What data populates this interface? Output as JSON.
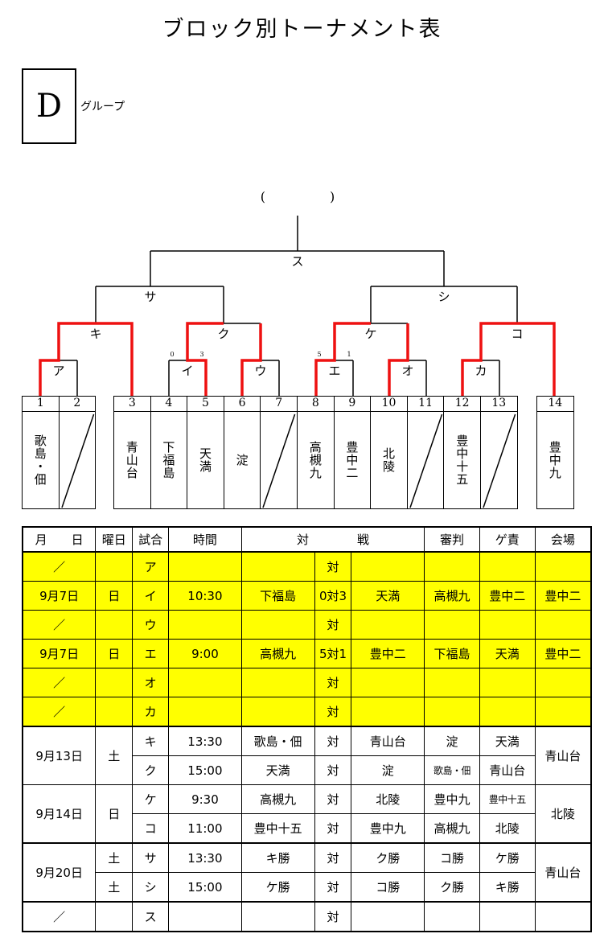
{
  "title": "ブロック別トーナメント表",
  "group": {
    "letter": "D",
    "label": "グループ"
  },
  "bracket": {
    "final_label": "(　　　　　)",
    "nodes": {
      "su": "ス",
      "sa": "サ",
      "shi": "シ",
      "ki": "キ",
      "ku": "ク",
      "ke": "ケ",
      "ko": "コ",
      "a": "ア",
      "i": "イ",
      "u": "ウ",
      "e": "エ",
      "o": "オ",
      "ka": "カ"
    },
    "scores": {
      "i_left": "0",
      "i_right": "3",
      "e_left": "5",
      "e_right": "1"
    },
    "teams": [
      {
        "num": "1",
        "name": "歌島・佃"
      },
      {
        "num": "2",
        "name": ""
      },
      {
        "num": "3",
        "name": "青山台"
      },
      {
        "num": "4",
        "name": "下福島"
      },
      {
        "num": "5",
        "name": "天満"
      },
      {
        "num": "6",
        "name": "淀"
      },
      {
        "num": "7",
        "name": ""
      },
      {
        "num": "8",
        "name": "高槻九"
      },
      {
        "num": "9",
        "name": "豊中二"
      },
      {
        "num": "10",
        "name": "北陵"
      },
      {
        "num": "11",
        "name": ""
      },
      {
        "num": "12",
        "name": "豊中十五"
      },
      {
        "num": "13",
        "name": ""
      },
      {
        "num": "14",
        "name": "豊中九"
      }
    ],
    "winner_color": "#ee1111"
  },
  "schedule": {
    "headers": {
      "date": "月　　日",
      "weekday": "曜日",
      "match": "試合",
      "time": "時間",
      "versus": "対　　　　戦",
      "referee": "審判",
      "scorer": "ゲ責",
      "venue": "会場"
    },
    "rows": [
      {
        "date": "／",
        "weekday": "",
        "match": "ア",
        "time": "",
        "home": "",
        "score": "対",
        "away": "",
        "referee": "",
        "scorer": "",
        "venue": ""
      },
      {
        "date": "9月7日",
        "weekday": "日",
        "match": "イ",
        "time": "10:30",
        "home": "下福島",
        "score": "0対3",
        "away": "天満",
        "referee": "高槻九",
        "scorer": "豊中二",
        "venue": "豊中二"
      },
      {
        "date": "／",
        "weekday": "",
        "match": "ウ",
        "time": "",
        "home": "",
        "score": "対",
        "away": "",
        "referee": "",
        "scorer": "",
        "venue": ""
      },
      {
        "date": "9月7日",
        "weekday": "日",
        "match": "エ",
        "time": "9:00",
        "home": "高槻九",
        "score": "5対1",
        "away": "豊中二",
        "referee": "下福島",
        "scorer": "天満",
        "venue": "豊中二"
      },
      {
        "date": "／",
        "weekday": "",
        "match": "オ",
        "time": "",
        "home": "",
        "score": "対",
        "away": "",
        "referee": "",
        "scorer": "",
        "venue": ""
      },
      {
        "date": "／",
        "weekday": "",
        "match": "カ",
        "time": "",
        "home": "",
        "score": "対",
        "away": "",
        "referee": "",
        "scorer": "",
        "venue": ""
      }
    ],
    "day13": {
      "date": "9月13日",
      "weekday": "土",
      "venue": "青山台",
      "games": [
        {
          "match": "キ",
          "time": "13:30",
          "home": "歌島・佃",
          "score": "対",
          "away": "青山台",
          "referee": "淀",
          "scorer": "天満"
        },
        {
          "match": "ク",
          "time": "15:00",
          "home": "天満",
          "score": "対",
          "away": "淀",
          "referee": "歌島・佃",
          "scorer": "青山台"
        }
      ]
    },
    "day14": {
      "date": "9月14日",
      "weekday": "日",
      "venue": "北陵",
      "games": [
        {
          "match": "ケ",
          "time": "9:30",
          "home": "高槻九",
          "score": "対",
          "away": "北陵",
          "referee": "豊中九",
          "scorer": "豊中十五"
        },
        {
          "match": "コ",
          "time": "11:00",
          "home": "豊中十五",
          "score": "対",
          "away": "豊中九",
          "referee": "高槻九",
          "scorer": "北陵"
        }
      ]
    },
    "day20": {
      "date": "9月20日",
      "venue": "青山台",
      "games": [
        {
          "weekday": "土",
          "match": "サ",
          "time": "13:30",
          "home": "キ勝",
          "score": "対",
          "away": "ク勝",
          "referee": "コ勝",
          "scorer": "ケ勝"
        },
        {
          "weekday": "土",
          "match": "シ",
          "time": "15:00",
          "home": "ケ勝",
          "score": "対",
          "away": "コ勝",
          "referee": "ク勝",
          "scorer": "キ勝"
        }
      ]
    },
    "final": {
      "date": "／",
      "weekday": "",
      "match": "ス",
      "time": "",
      "home": "",
      "score": "対",
      "away": "",
      "referee": "",
      "scorer": "",
      "venue": ""
    },
    "highlight_color": "#ffff00"
  }
}
